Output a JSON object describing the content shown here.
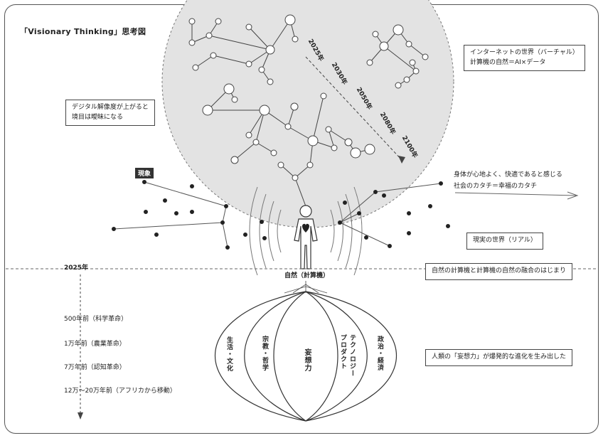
{
  "title": "「Visionary Thinking」思考図",
  "boxes": {
    "internet": [
      "インターネットの世界（バーチャル）",
      "計算機の自然＝AI×データ"
    ],
    "digital": [
      "デジタル解像度が上がると",
      "境目は曖昧になる"
    ],
    "real_world": "現実の世界（リアル）",
    "fusion": "自然の計算機と計算機の自然の融合のはじまり",
    "imagination": "人類の「妄想力」が爆発的な進化を生み出した"
  },
  "years_diagonal": [
    "2025年",
    "2030年",
    "2050年",
    "2080年",
    "2100年"
  ],
  "genshou_tag": "現象",
  "comfort_text": [
    "身体が心地よく、快適であると感じる",
    "社会のカタチ＝幸福のカタチ"
  ],
  "timeline": {
    "current": "2025年",
    "items": [
      "500年前（科学革命）",
      "1万年前（農業革命）",
      "7万年前（認知革命）",
      "12万〜20万年前（アフリカから移動）"
    ]
  },
  "person_label": "自然（計算機）",
  "petals": [
    "生活・文化",
    "宗教・哲学",
    "妄想力",
    "テクノロジー\nプロダクト",
    "政治・経済"
  ]
}
